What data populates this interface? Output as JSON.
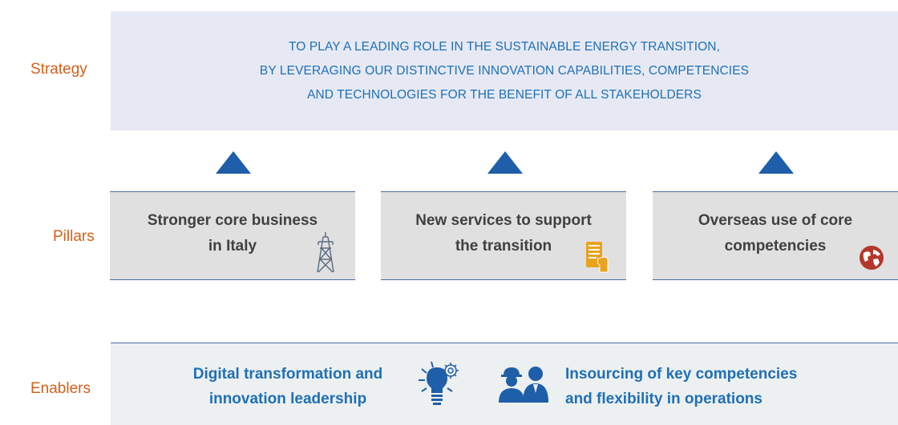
{
  "labels": {
    "strategy": "Strategy",
    "pillars": "Pillars",
    "enablers": "Enablers"
  },
  "strategy": {
    "lines": [
      "TO PLAY A LEADING ROLE IN THE SUSTAINABLE ENERGY TRANSITION,",
      "BY LEVERAGING OUR DISTINCTIVE INNOVATION CAPABILITIES, COMPETENCIES",
      "AND TECHNOLOGIES FOR THE BENEFIT OF ALL STAKEHOLDERS"
    ]
  },
  "pillars": [
    {
      "line1": "Stronger core business",
      "line2": "in Italy",
      "icon": "power-pylon-icon"
    },
    {
      "line1": "New services to support",
      "line2": "the transition",
      "icon": "tablet-hand-icon"
    },
    {
      "line1": "Overseas use of core",
      "line2": "competencies",
      "icon": "globe-icon"
    }
  ],
  "enablers": [
    {
      "line1": "Digital transformation and",
      "line2": "innovation leadership",
      "icon": "lightbulb-gear-icon"
    },
    {
      "line1": "Insourcing of key competencies",
      "line2": "and flexibility in operations",
      "icon": "workers-icon"
    }
  ],
  "colors": {
    "label_orange": "#d2611a",
    "strategy_text_blue": "#1f6fb6",
    "arrow_blue": "#1f5ea9",
    "pillar_bg": "#e0e0e0",
    "strategy_bg": "#e6e9f4",
    "enablers_bg": "#ecf0f0",
    "icon_orange": "#e8a21c",
    "icon_red": "#b5372b"
  }
}
